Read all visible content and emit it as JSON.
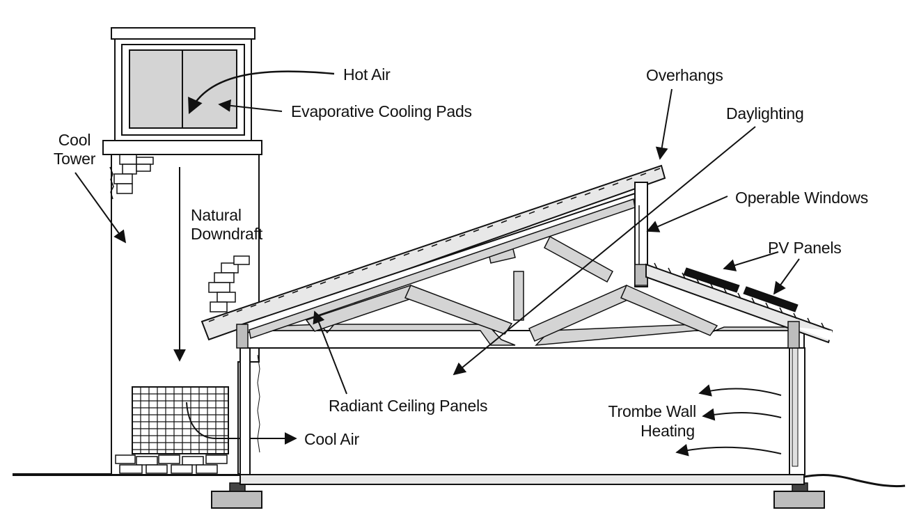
{
  "labels": {
    "hot_air": "Hot Air",
    "evaporative_pads": "Evaporative Cooling Pads",
    "cool_tower_1": "Cool",
    "cool_tower_2": "Tower",
    "natural_downdraft_1": "Natural",
    "natural_downdraft_2": "Downdraft",
    "cool_air": "Cool Air",
    "overhangs": "Overhangs",
    "daylighting": "Daylighting",
    "operable_windows": "Operable Windows",
    "pv_panels": "PV Panels",
    "radiant_ceiling": "Radiant Ceiling Panels",
    "trombe_1": "Trombe Wall",
    "trombe_2": "Heating"
  },
  "colors": {
    "ink": "#111111",
    "panel_gray": "#d4d4d4",
    "fill_light": "#e8e8e8",
    "pv_black": "#111111"
  }
}
